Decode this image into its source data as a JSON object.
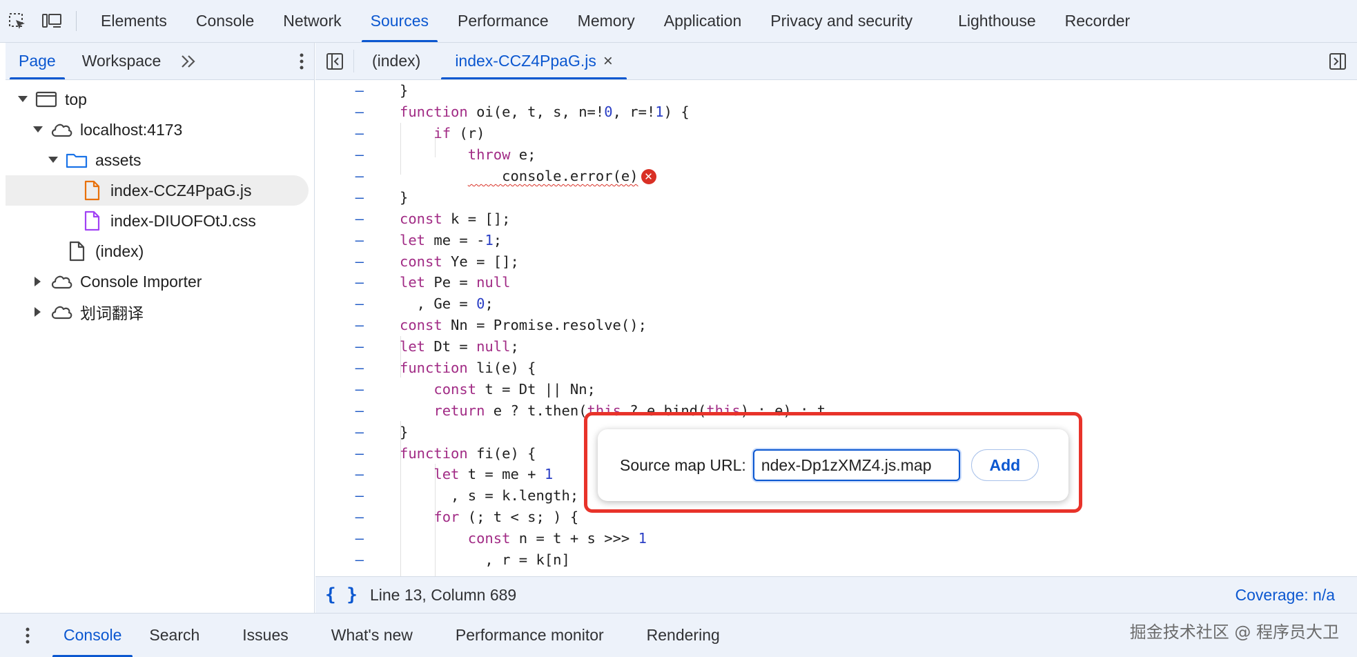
{
  "devtools": {
    "tabs": [
      "Elements",
      "Console",
      "Network",
      "Sources",
      "Performance",
      "Memory",
      "Application",
      "Privacy and security",
      "Lighthouse",
      "Recorder"
    ],
    "active_tab": "Sources"
  },
  "navigator": {
    "tabs": [
      "Page",
      "Workspace"
    ],
    "active_tab": "Page",
    "more_symbol": ">>",
    "tree": [
      {
        "label": "top",
        "icon": "frame-icon",
        "expanded": true
      },
      {
        "label": "localhost:4173",
        "icon": "cloud-icon",
        "expanded": true
      },
      {
        "label": "assets",
        "icon": "folder-icon",
        "expanded": true
      },
      {
        "label": "index-CCZ4PpaG.js",
        "icon": "js-file-icon",
        "selected": true
      },
      {
        "label": "index-DIUOFOtJ.css",
        "icon": "css-file-icon"
      },
      {
        "label": "(index)",
        "icon": "document-icon"
      },
      {
        "label": "Console Importer",
        "icon": "cloud-icon",
        "expanded": false
      },
      {
        "label": "划词翻译",
        "icon": "cloud-icon",
        "expanded": false
      }
    ]
  },
  "editor": {
    "tabs": [
      {
        "label": "(index)"
      },
      {
        "label": "index-CCZ4PpaG.js",
        "close": "×"
      }
    ],
    "active_tab": "index-CCZ4PpaG.js",
    "gutter_symbol": "–",
    "lines": [
      "}",
      "function oi(e, t, s, n=!0, r=!1) {",
      "    if (r)",
      "        throw e;",
      "    console.error(e)",
      "}",
      "const k = [];",
      "let me = -1;",
      "const Ye = [];",
      "let Pe = null",
      "  , Ge = 0;",
      "const Nn = Promise.resolve();",
      "let Dt = null;",
      "function li(e) {",
      "    const t = Dt || Nn;",
      "    return e ? t.then(this ? e.bind(this) : e) : t",
      "}",
      "function fi(e) {",
      "    let t = me + 1",
      "      , s = k.length;",
      "    for (; t < s; ) {",
      "        const n = t + s >>> 1",
      "          , r = k[n]"
    ],
    "status": {
      "braces": "{ }",
      "position": "Line 13, Column 689",
      "coverage": "Coverage: n/a"
    }
  },
  "source_map_popup": {
    "label": "Source map URL:",
    "value": "ndex-Dp1zXMZ4.js.map",
    "button": "Add"
  },
  "drawer": {
    "tabs": [
      "Console",
      "Search",
      "Issues",
      "What's new",
      "Performance monitor",
      "Rendering"
    ],
    "active_tab": "Console"
  },
  "watermark": "掘金技术社区 @ 程序员大卫",
  "colors": {
    "accent": "#0b57d0",
    "keyword": "#a12b85",
    "error": "#d93025",
    "highlight_box": "#e8332a",
    "toolbar_bg": "#edf2fa"
  }
}
